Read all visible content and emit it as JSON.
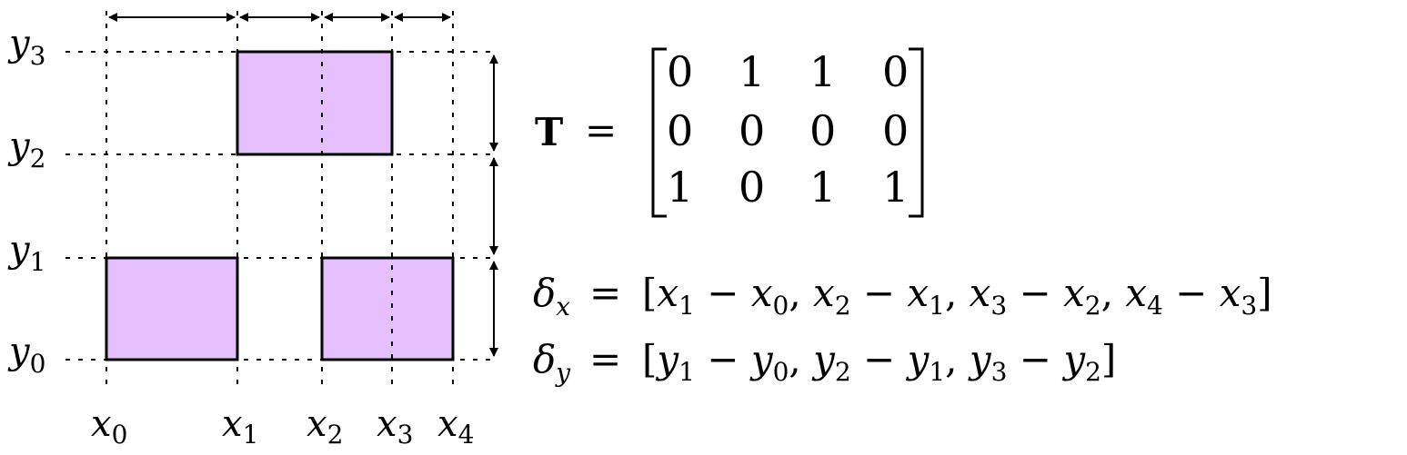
{
  "diagram": {
    "x_labels": [
      {
        "base": "x",
        "sub": "0"
      },
      {
        "base": "x",
        "sub": "1"
      },
      {
        "base": "x",
        "sub": "2"
      },
      {
        "base": "x",
        "sub": "3"
      },
      {
        "base": "x",
        "sub": "4"
      }
    ],
    "y_labels": [
      {
        "base": "y",
        "sub": "0"
      },
      {
        "base": "y",
        "sub": "1"
      },
      {
        "base": "y",
        "sub": "2"
      },
      {
        "base": "y",
        "sub": "3"
      }
    ],
    "cells": [
      {
        "col": 0,
        "row": 0
      },
      {
        "col": 2,
        "row": 0
      },
      {
        "col": 3,
        "row": 0
      },
      {
        "col": 1,
        "row": 2
      },
      {
        "col": 2,
        "row": 2
      }
    ],
    "fill_color": "#e6bfff",
    "stroke_color": "#000000"
  },
  "matrix": {
    "symbol": "T",
    "equals": "=",
    "rows": [
      [
        "0",
        "1",
        "1",
        "0"
      ],
      [
        "0",
        "0",
        "0",
        "0"
      ],
      [
        "1",
        "0",
        "1",
        "1"
      ]
    ]
  },
  "delta_x": {
    "symbol": "δ",
    "sub": "x",
    "equals": "=",
    "terms": [
      {
        "a": "x",
        "a_sub": "1",
        "b": "x",
        "b_sub": "0"
      },
      {
        "a": "x",
        "a_sub": "2",
        "b": "x",
        "b_sub": "1"
      },
      {
        "a": "x",
        "a_sub": "3",
        "b": "x",
        "b_sub": "2"
      },
      {
        "a": "x",
        "a_sub": "4",
        "b": "x",
        "b_sub": "3"
      }
    ]
  },
  "delta_y": {
    "symbol": "δ",
    "sub": "y",
    "equals": "=",
    "terms": [
      {
        "a": "y",
        "a_sub": "1",
        "b": "y",
        "b_sub": "0"
      },
      {
        "a": "y",
        "a_sub": "2",
        "b": "y",
        "b_sub": "1"
      },
      {
        "a": "y",
        "a_sub": "3",
        "b": "y",
        "b_sub": "2"
      }
    ]
  }
}
